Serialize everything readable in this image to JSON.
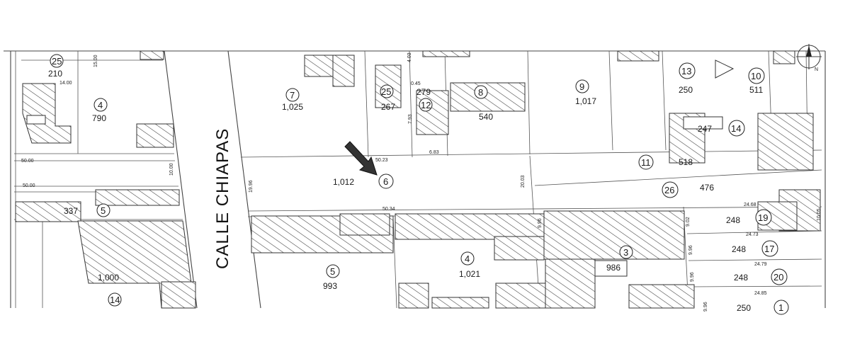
{
  "street_name": "CALLE CHIAPAS",
  "north_arrow_label": "N",
  "subject_marker_lot": "6",
  "lots": [
    {
      "id": "lot-25-top-left",
      "number": "25",
      "area": "210"
    },
    {
      "id": "lot-4-top-left",
      "number": "4",
      "area": "790"
    },
    {
      "id": "lot-5-left",
      "number": "5",
      "area": "337"
    },
    {
      "id": "lot-14-bottom-left",
      "number": "14",
      "area": "1,000"
    },
    {
      "id": "lot-7",
      "number": "7",
      "area": "1,025"
    },
    {
      "id": "lot-25-center",
      "number": "25",
      "area": "267"
    },
    {
      "id": "lot-12",
      "number": "12",
      "area": "279"
    },
    {
      "id": "lot-8",
      "number": "8",
      "area": "540"
    },
    {
      "id": "lot-9",
      "number": "9",
      "area": "1,017"
    },
    {
      "id": "lot-13",
      "number": "13",
      "area": "250"
    },
    {
      "id": "lot-10",
      "number": "10",
      "area": "511"
    },
    {
      "id": "lot-14-right",
      "number": "14",
      "area": "247"
    },
    {
      "id": "lot-11",
      "number": "11",
      "area": "518"
    },
    {
      "id": "lot-6-subject",
      "number": "6",
      "area": "1,012"
    },
    {
      "id": "lot-26",
      "number": "26",
      "area": "476"
    },
    {
      "id": "lot-19",
      "number": "19",
      "area": "248"
    },
    {
      "id": "lot-17",
      "number": "17",
      "area": "248"
    },
    {
      "id": "lot-20",
      "number": "20",
      "area": "248"
    },
    {
      "id": "lot-1",
      "number": "1",
      "area": "250"
    },
    {
      "id": "lot-5-bottom",
      "number": "5",
      "area": "993"
    },
    {
      "id": "lot-4-bottom",
      "number": "4",
      "area": "1,021"
    },
    {
      "id": "lot-3",
      "number": "3",
      "area": "986"
    }
  ],
  "dimensions": [
    "15.00",
    "14.00",
    "50.00",
    "10.00",
    "50.00",
    "19.96",
    "50.23",
    "6.83",
    "20.03",
    "50.34",
    "0.45",
    "4.03",
    "7.93",
    "9.02",
    "9.96",
    "9.96",
    "24.68",
    "24.73",
    "24.79",
    "24.85",
    "10.05",
    "9.96",
    "9.96"
  ]
}
